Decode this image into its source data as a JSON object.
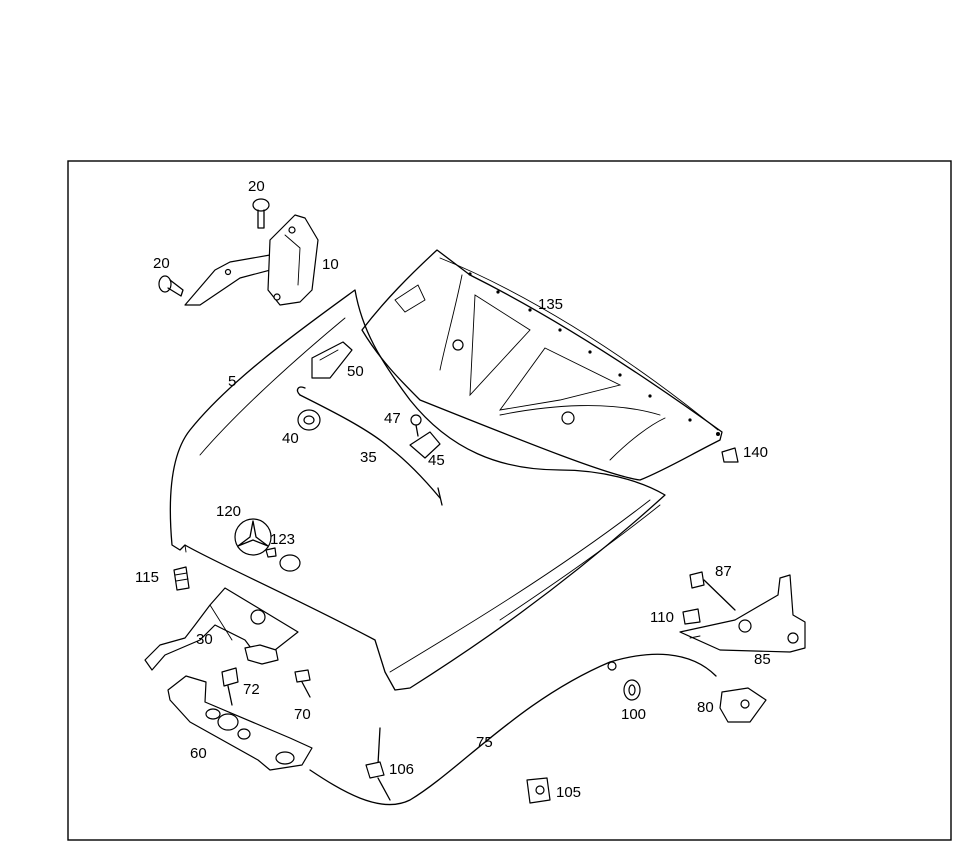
{
  "callouts": {
    "c5": "5",
    "c10": "10",
    "c20a": "20",
    "c20b": "20",
    "c30": "30",
    "c35": "35",
    "c40": "40",
    "c45": "45",
    "c47": "47",
    "c50": "50",
    "c60": "60",
    "c70": "70",
    "c72": "72",
    "c75": "75",
    "c80": "80",
    "c85": "85",
    "c87": "87",
    "c100": "100",
    "c105": "105",
    "c106": "106",
    "c110": "110",
    "c115": "115",
    "c120": "120",
    "c123": "123",
    "c135": "135",
    "c140": "140"
  }
}
